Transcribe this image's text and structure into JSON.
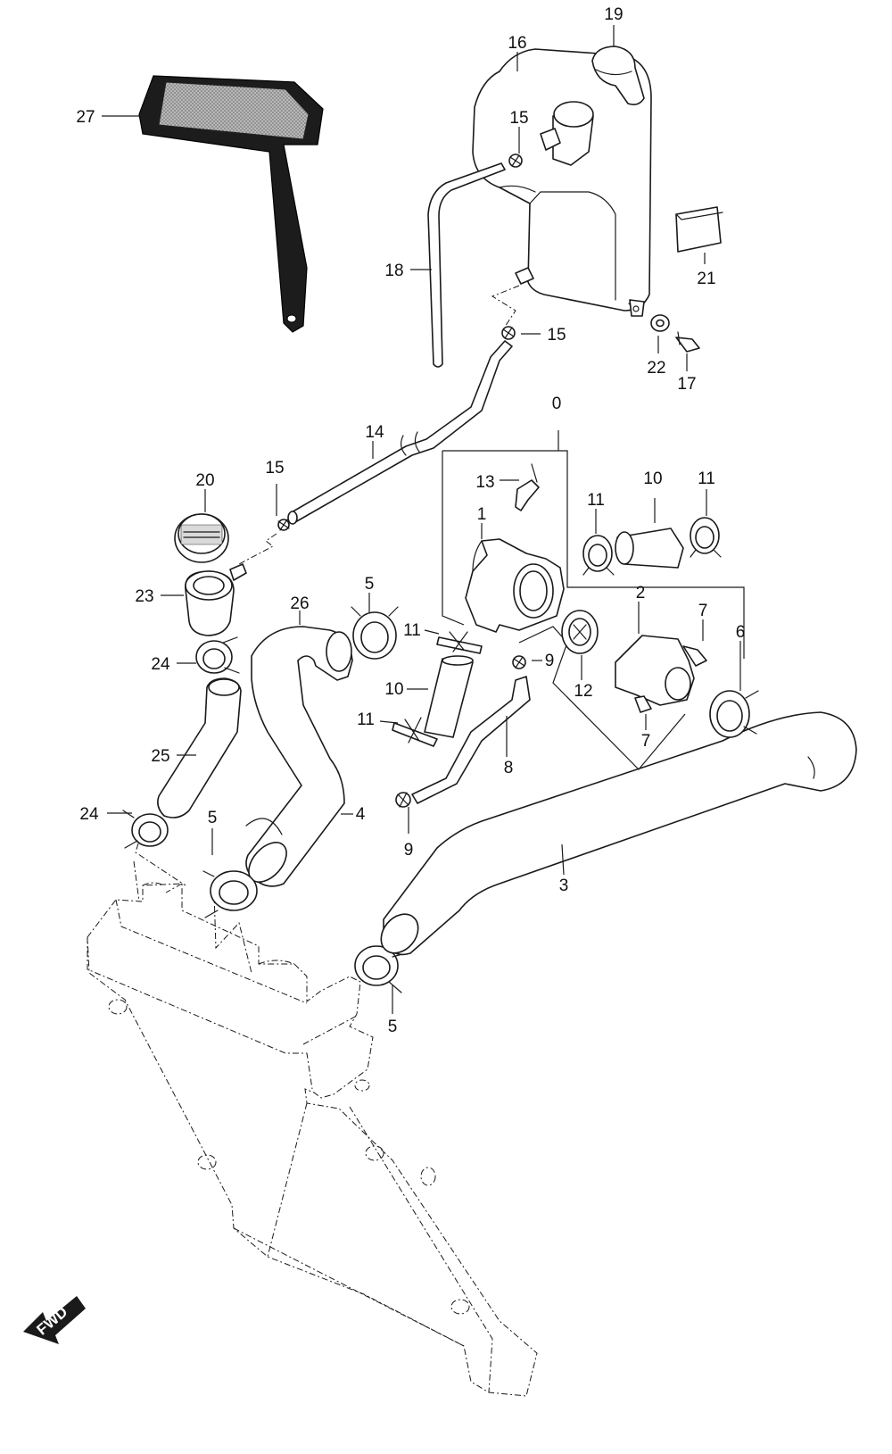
{
  "callouts": [
    {
      "id": "c0",
      "label": "0"
    },
    {
      "id": "c1",
      "label": "1"
    },
    {
      "id": "c2",
      "label": "2"
    },
    {
      "id": "c3",
      "label": "3"
    },
    {
      "id": "c4",
      "label": "4"
    },
    {
      "id": "c5a",
      "label": "5"
    },
    {
      "id": "c5b",
      "label": "5"
    },
    {
      "id": "c5c",
      "label": "5"
    },
    {
      "id": "c6",
      "label": "6"
    },
    {
      "id": "c7a",
      "label": "7"
    },
    {
      "id": "c7b",
      "label": "7"
    },
    {
      "id": "c8",
      "label": "8"
    },
    {
      "id": "c9a",
      "label": "9"
    },
    {
      "id": "c9b",
      "label": "9"
    },
    {
      "id": "c10a",
      "label": "10"
    },
    {
      "id": "c10b",
      "label": "10"
    },
    {
      "id": "c11a",
      "label": "11"
    },
    {
      "id": "c11b",
      "label": "11"
    },
    {
      "id": "c11c",
      "label": "11"
    },
    {
      "id": "c11d",
      "label": "11"
    },
    {
      "id": "c12",
      "label": "12"
    },
    {
      "id": "c13",
      "label": "13"
    },
    {
      "id": "c14",
      "label": "14"
    },
    {
      "id": "c15a",
      "label": "15"
    },
    {
      "id": "c15b",
      "label": "15"
    },
    {
      "id": "c15c",
      "label": "15"
    },
    {
      "id": "c16",
      "label": "16"
    },
    {
      "id": "c17",
      "label": "17"
    },
    {
      "id": "c18",
      "label": "18"
    },
    {
      "id": "c19",
      "label": "19"
    },
    {
      "id": "c20",
      "label": "20"
    },
    {
      "id": "c21",
      "label": "21"
    },
    {
      "id": "c22",
      "label": "22"
    },
    {
      "id": "c23",
      "label": "23"
    },
    {
      "id": "c24a",
      "label": "24"
    },
    {
      "id": "c24b",
      "label": "24"
    },
    {
      "id": "c25",
      "label": "25"
    },
    {
      "id": "c26",
      "label": "26"
    },
    {
      "id": "c27",
      "label": "27"
    }
  ],
  "direction_arrow": {
    "label": "FWD",
    "icon": "arrow-fwd-icon"
  },
  "colors": {
    "line": "#1a1a1a",
    "background": "#ffffff",
    "dark_part": "#1c1c1c",
    "mesh": "#9a9a9a"
  }
}
